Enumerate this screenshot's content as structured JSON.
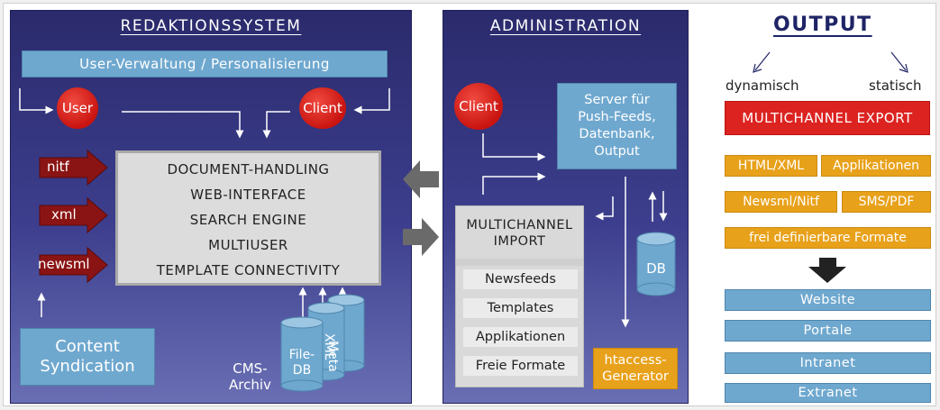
{
  "redaktion": {
    "title": "REDAKTIONSSYSTEM",
    "user_verwaltung": "User-Verwaltung / Personalisierung",
    "user": "User",
    "client": "Client",
    "inputs": [
      "nitf",
      "xml",
      "newsml"
    ],
    "central_items": [
      "DOCUMENT-HANDLING",
      "WEB-INTERFACE",
      "SEARCH ENGINE",
      "MULTIUSER",
      "TEMPLATE CONNECTIVITY"
    ],
    "content_syndication": [
      "Content",
      "Syndication"
    ],
    "archive_label": [
      "CMS-",
      "Archiv"
    ],
    "db_cylinders": [
      [
        "File-",
        "DB"
      ],
      [
        "Meta"
      ],
      [
        "XML"
      ]
    ]
  },
  "administration": {
    "title": "ADMINISTRATION",
    "client": "Client",
    "server": [
      "Server für",
      "Push-Feeds,",
      "Datenbank,",
      "Output"
    ],
    "import_title": [
      "MULTICHANNEL",
      "IMPORT"
    ],
    "import_items": [
      "Newsfeeds",
      "Templates",
      "Applikationen",
      "Freie Formate"
    ],
    "db": "DB",
    "htaccess": [
      "htaccess-",
      "Generator"
    ]
  },
  "output": {
    "title": "OUTPUT",
    "dynamisch": "dynamisch",
    "statisch": "statisch",
    "export": "MULTICHANNEL EXPORT",
    "formats_row1": [
      "HTML/XML",
      "Applikationen"
    ],
    "formats_row2": [
      "Newsml/Nitf",
      "SMS/PDF"
    ],
    "formats_row3": "frei definierbare Formate",
    "targets": [
      "Website",
      "Portale",
      "Intranet",
      "Extranet"
    ]
  },
  "colors": {
    "panel": "#3d3f8e",
    "red": "#e0231f",
    "gold": "#e8a11a",
    "blue": "#6fa8cf",
    "input_arrow": "#8a1414",
    "title_navy": "#1f2466"
  }
}
